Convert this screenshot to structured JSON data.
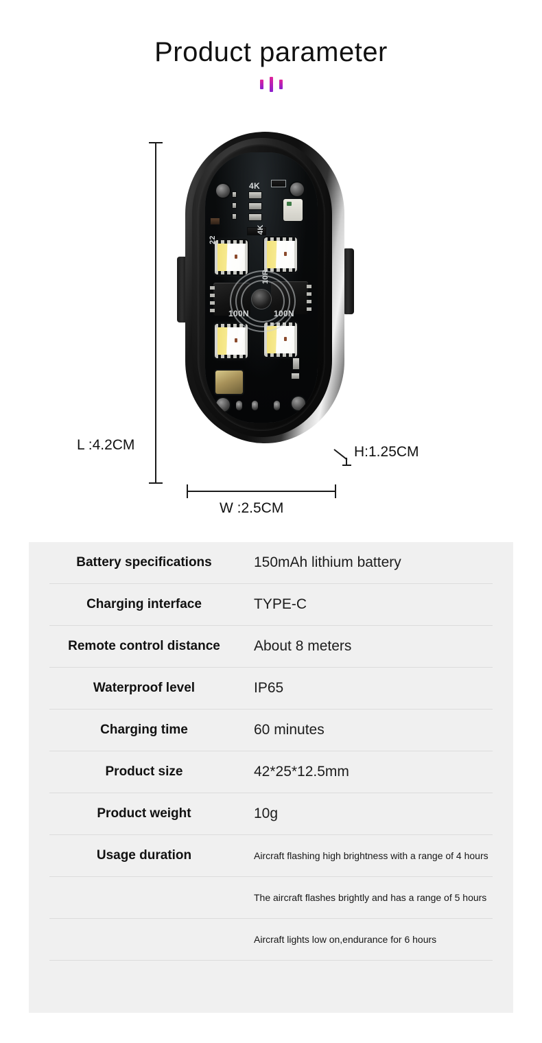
{
  "header": {
    "title": "Product parameter",
    "accent_start": "#e0249a",
    "accent_end": "#8a1fd0"
  },
  "figure": {
    "length_label": "L :4.2CM",
    "width_label": "W :2.5CM",
    "height_label": "H:1.25CM",
    "pcb_silkscreen": {
      "top_marking": "4K",
      "cap_left": "100N",
      "cap_right": "100N",
      "resistor_left": "22",
      "marking_mid": "4K",
      "marking_ohm": "10R"
    }
  },
  "spec_table": {
    "background": "#f0f0f0",
    "rows": [
      {
        "label": "Battery specifications",
        "value": "150mAh lithium battery",
        "small": false
      },
      {
        "label": "Charging interface",
        "value": "TYPE-C",
        "small": false
      },
      {
        "label": "Remote control distance",
        "value": "About 8 meters",
        "small": false
      },
      {
        "label": "Waterproof level",
        "value": "IP65",
        "small": false
      },
      {
        "label": "Charging time",
        "value": "60 minutes",
        "small": false
      },
      {
        "label": "Product size",
        "value": "42*25*12.5mm",
        "small": false
      },
      {
        "label": "Product weight",
        "value": "10g",
        "small": false
      },
      {
        "label": "Usage duration",
        "value": "Aircraft flashing high brightness with a range of 4 hours",
        "small": true
      },
      {
        "label": "",
        "value": "The aircraft flashes brightly and has a range of 5 hours",
        "small": true
      },
      {
        "label": "",
        "value": "Aircraft lights low on,endurance for 6 hours",
        "small": true
      }
    ]
  }
}
